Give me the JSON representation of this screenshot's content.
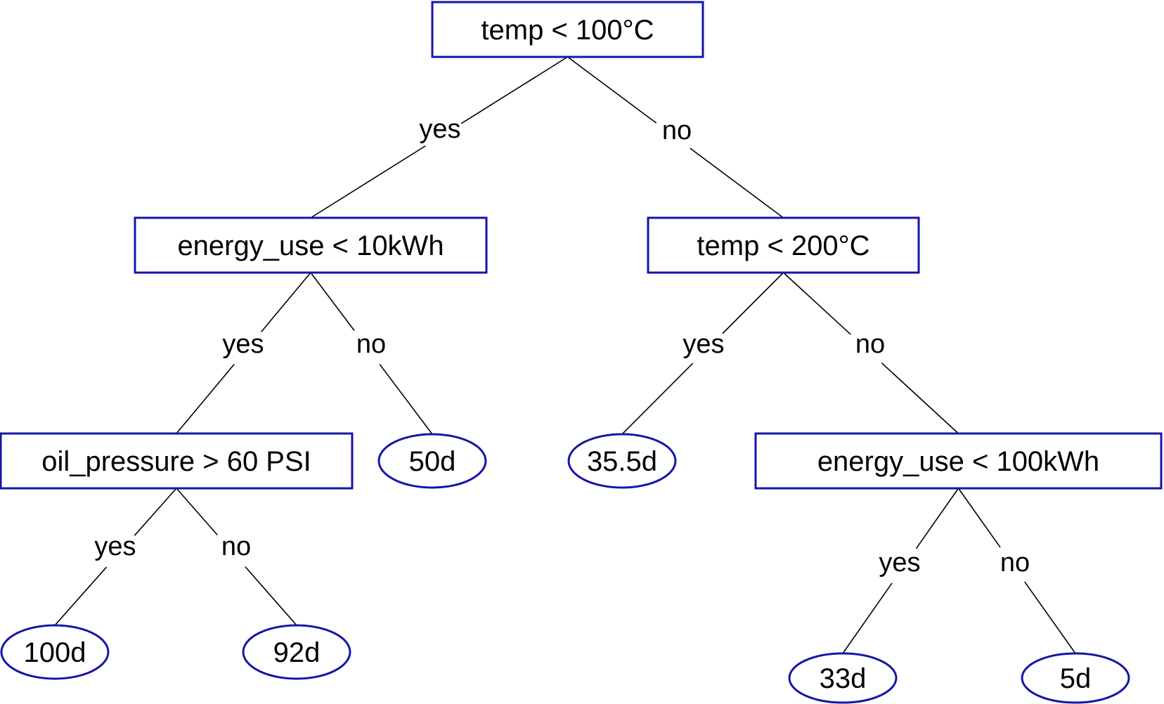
{
  "colors": {
    "node_stroke": "#1515a8",
    "edge": "#000000",
    "text": "#000000"
  },
  "tree": {
    "decision_nodes": [
      {
        "id": "root",
        "label": "temp < 100°C"
      },
      {
        "id": "energy_10",
        "label": "energy_use < 10kWh"
      },
      {
        "id": "temp_200",
        "label": "temp < 200°C"
      },
      {
        "id": "oil",
        "label": "oil_pressure > 60 PSI"
      },
      {
        "id": "energy_100",
        "label": "energy_use < 100kWh"
      }
    ],
    "leaf_nodes": [
      {
        "id": "leaf_50",
        "label": "50d"
      },
      {
        "id": "leaf_355",
        "label": "35.5d"
      },
      {
        "id": "leaf_100",
        "label": "100d"
      },
      {
        "id": "leaf_92",
        "label": "92d"
      },
      {
        "id": "leaf_33",
        "label": "33d"
      },
      {
        "id": "leaf_5",
        "label": "5d"
      }
    ],
    "branches": [
      {
        "from": "root",
        "to": "energy_10",
        "label": "yes"
      },
      {
        "from": "root",
        "to": "temp_200",
        "label": "no"
      },
      {
        "from": "energy_10",
        "to": "oil",
        "label": "yes"
      },
      {
        "from": "energy_10",
        "to": "leaf_50",
        "label": "no"
      },
      {
        "from": "temp_200",
        "to": "leaf_355",
        "label": "yes"
      },
      {
        "from": "temp_200",
        "to": "energy_100",
        "label": "no"
      },
      {
        "from": "oil",
        "to": "leaf_100",
        "label": "yes"
      },
      {
        "from": "oil",
        "to": "leaf_92",
        "label": "no"
      },
      {
        "from": "energy_100",
        "to": "leaf_33",
        "label": "yes"
      },
      {
        "from": "energy_100",
        "to": "leaf_5",
        "label": "no"
      }
    ]
  }
}
